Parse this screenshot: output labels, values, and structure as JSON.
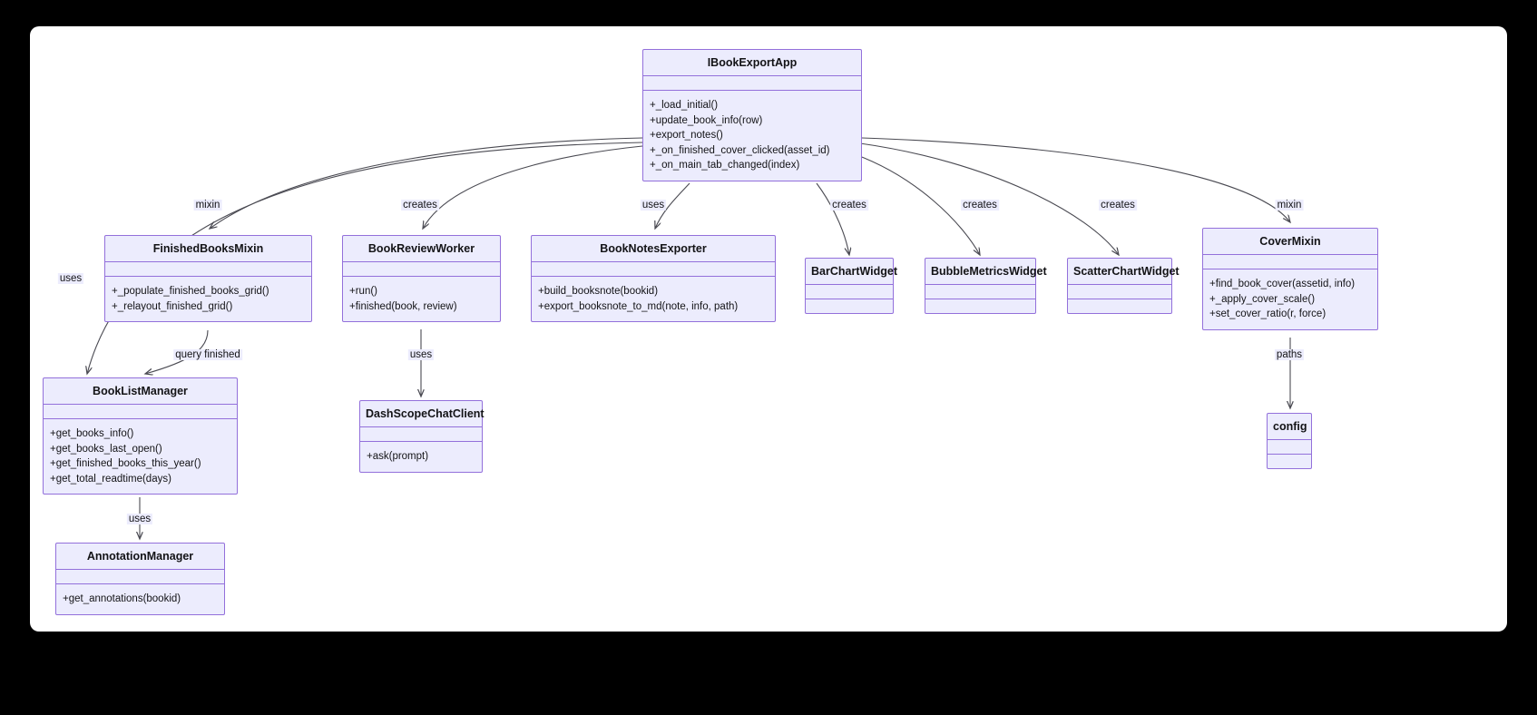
{
  "diagram": {
    "type": "uml-class-diagram",
    "background": "#000000",
    "sheet_color": "#ffffff",
    "class_fill": "#ececfd",
    "class_border": "#9370db",
    "edge_color": "#4a4a52"
  },
  "classes": [
    {
      "id": "IBookExportApp",
      "name": "IBookExportApp",
      "attributes": [],
      "methods": [
        "+_load_initial()",
        "+update_book_info(row)",
        "+export_notes()",
        "+_on_finished_cover_clicked(asset_id)",
        "+_on_main_tab_changed(index)"
      ]
    },
    {
      "id": "FinishedBooksMixin",
      "name": "FinishedBooksMixin",
      "attributes": [],
      "methods": [
        "+_populate_finished_books_grid()",
        "+_relayout_finished_grid()"
      ]
    },
    {
      "id": "BookReviewWorker",
      "name": "BookReviewWorker",
      "attributes": [],
      "methods": [
        "+run()",
        "+finished(book, review)"
      ]
    },
    {
      "id": "BookNotesExporter",
      "name": "BookNotesExporter",
      "attributes": [],
      "methods": [
        "+build_booksnote(bookid)",
        "+export_booksnote_to_md(note, info, path)"
      ]
    },
    {
      "id": "BarChartWidget",
      "name": "BarChartWidget",
      "attributes": [],
      "methods": []
    },
    {
      "id": "BubbleMetricsWidget",
      "name": "BubbleMetricsWidget",
      "attributes": [],
      "methods": []
    },
    {
      "id": "ScatterChartWidget",
      "name": "ScatterChartWidget",
      "attributes": [],
      "methods": []
    },
    {
      "id": "CoverMixin",
      "name": "CoverMixin",
      "attributes": [],
      "methods": [
        "+find_book_cover(assetid, info)",
        "+_apply_cover_scale()",
        "+set_cover_ratio(r, force)"
      ]
    },
    {
      "id": "BookListManager",
      "name": "BookListManager",
      "attributes": [],
      "methods": [
        "+get_books_info()",
        "+get_books_last_open()",
        "+get_finished_books_this_year()",
        "+get_total_readtime(days)"
      ]
    },
    {
      "id": "DashScopeChatClient",
      "name": "DashScopeChatClient",
      "attributes": [],
      "methods": [
        "+ask(prompt)"
      ]
    },
    {
      "id": "config",
      "name": "config",
      "attributes": [],
      "methods": []
    },
    {
      "id": "AnnotationManager",
      "name": "AnnotationManager",
      "attributes": [],
      "methods": [
        "+get_annotations(bookid)"
      ]
    }
  ],
  "edges": [
    {
      "from": "IBookExportApp",
      "to": "FinishedBooksMixin",
      "label": "mixin"
    },
    {
      "from": "IBookExportApp",
      "to": "BookListManager",
      "label": "uses"
    },
    {
      "from": "IBookExportApp",
      "to": "BookReviewWorker",
      "label": "creates"
    },
    {
      "from": "IBookExportApp",
      "to": "BookNotesExporter",
      "label": "uses"
    },
    {
      "from": "IBookExportApp",
      "to": "BarChartWidget",
      "label": "creates"
    },
    {
      "from": "IBookExportApp",
      "to": "BubbleMetricsWidget",
      "label": "creates"
    },
    {
      "from": "IBookExportApp",
      "to": "ScatterChartWidget",
      "label": "creates"
    },
    {
      "from": "IBookExportApp",
      "to": "CoverMixin",
      "label": "mixin"
    },
    {
      "from": "FinishedBooksMixin",
      "to": "BookListManager",
      "label": "query finished"
    },
    {
      "from": "BookReviewWorker",
      "to": "DashScopeChatClient",
      "label": "uses"
    },
    {
      "from": "CoverMixin",
      "to": "config",
      "label": "paths"
    },
    {
      "from": "BookListManager",
      "to": "AnnotationManager",
      "label": "uses"
    }
  ],
  "edge_labels": {
    "mixin_left": "mixin",
    "uses_left": "uses",
    "creates_worker": "creates",
    "uses_notes": "uses",
    "creates_bar": "creates",
    "creates_bubble": "creates",
    "creates_scatter": "creates",
    "mixin_right": "mixin",
    "query_finished": "query finished",
    "uses_chat": "uses",
    "paths": "paths",
    "uses_annotation": "uses"
  }
}
